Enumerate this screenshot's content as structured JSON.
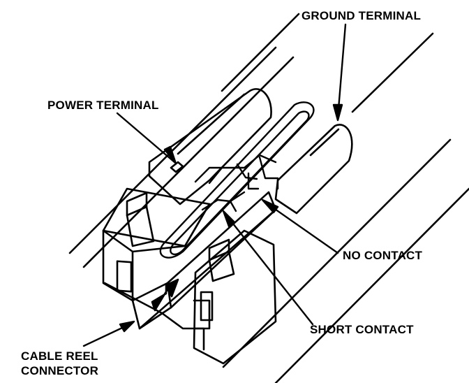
{
  "labels": {
    "ground_terminal": "GROUND TERMINAL",
    "power_terminal": "POWER TERMINAL",
    "no_contact": "NO CONTACT",
    "short_contact": "SHORT CONTACT",
    "cable_reel_line1": "CABLE REEL",
    "cable_reel_line2": "CONNECTOR"
  },
  "colors": {
    "ink": "#000000",
    "paper": "#ffffff"
  }
}
